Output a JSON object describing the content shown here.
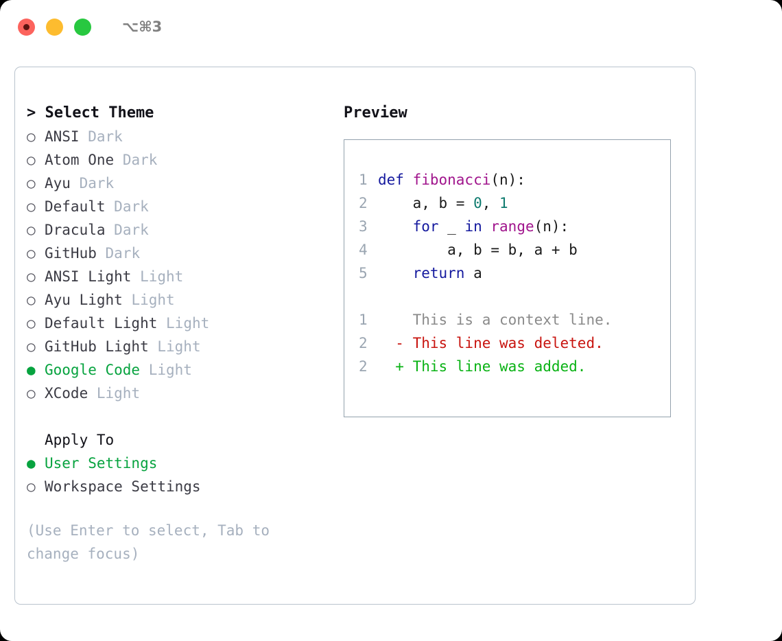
{
  "titlebar": {
    "shortcut": "⌥⌘3",
    "buttons": [
      {
        "name": "close",
        "color": "#fc635d"
      },
      {
        "name": "minimize",
        "color": "#fdbc2f"
      },
      {
        "name": "maximize",
        "color": "#28c840"
      }
    ]
  },
  "theme_list": {
    "header": "> Select Theme",
    "bullet_unselected": "○",
    "bullet_selected": "●",
    "items": [
      {
        "label": "ANSI",
        "suffix": "Dark",
        "selected": false
      },
      {
        "label": "Atom One",
        "suffix": "Dark",
        "selected": false
      },
      {
        "label": "Ayu",
        "suffix": "Dark",
        "selected": false
      },
      {
        "label": "Default",
        "suffix": "Dark",
        "selected": false
      },
      {
        "label": "Dracula",
        "suffix": "Dark",
        "selected": false
      },
      {
        "label": "GitHub",
        "suffix": "Dark",
        "selected": false
      },
      {
        "label": "ANSI Light",
        "suffix": "Light",
        "selected": false
      },
      {
        "label": "Ayu Light",
        "suffix": "Light",
        "selected": false
      },
      {
        "label": "Default Light",
        "suffix": "Light",
        "selected": false
      },
      {
        "label": "GitHub Light",
        "suffix": "Light",
        "selected": false
      },
      {
        "label": "Google Code",
        "suffix": "Light",
        "selected": true
      },
      {
        "label": "XCode",
        "suffix": "Light",
        "selected": false
      }
    ]
  },
  "apply_to": {
    "header": "Apply To",
    "items": [
      {
        "label": "User Settings",
        "selected": true
      },
      {
        "label": "Workspace Settings",
        "selected": false
      }
    ]
  },
  "hint": "(Use Enter to select, Tab to change focus)",
  "preview": {
    "title": "Preview",
    "code_lines": [
      {
        "no": "1",
        "tokens": [
          {
            "t": "def ",
            "c": "kw"
          },
          {
            "t": "fibonacci",
            "c": "fn"
          },
          {
            "t": "(n):",
            "c": "pl"
          }
        ]
      },
      {
        "no": "2",
        "tokens": [
          {
            "t": "    a, b = ",
            "c": "pl"
          },
          {
            "t": "0",
            "c": "num"
          },
          {
            "t": ", ",
            "c": "pl"
          },
          {
            "t": "1",
            "c": "num"
          }
        ]
      },
      {
        "no": "3",
        "tokens": [
          {
            "t": "    for ",
            "c": "kw"
          },
          {
            "t": "_ ",
            "c": "pl"
          },
          {
            "t": "in ",
            "c": "kw"
          },
          {
            "t": "range",
            "c": "fn"
          },
          {
            "t": "(n):",
            "c": "pl"
          }
        ]
      },
      {
        "no": "4",
        "tokens": [
          {
            "t": "        a, b = b, a + b",
            "c": "pl"
          }
        ]
      },
      {
        "no": "5",
        "tokens": [
          {
            "t": "    return",
            "c": "kw"
          },
          {
            "t": " a",
            "c": "pl"
          }
        ]
      }
    ],
    "diff_lines": [
      {
        "no": "1",
        "marker": "  ",
        "text": "This is a context line.",
        "kind": "ctx"
      },
      {
        "no": "2",
        "marker": "- ",
        "text": "This line was deleted.",
        "kind": "del"
      },
      {
        "no": "2",
        "marker": "+ ",
        "text": "This line was added.",
        "kind": "add"
      }
    ]
  },
  "colors": {
    "accent_green": "#07a33f",
    "muted": "#a6b0be",
    "text": "#3b3b44",
    "keyword": "#14199e",
    "function": "#a0148c",
    "number": "#0d7a6e",
    "diff_deleted": "#c8140f",
    "diff_added": "#09b214",
    "panel_border": "#b9c3cd",
    "preview_border": "#93a1ad"
  }
}
